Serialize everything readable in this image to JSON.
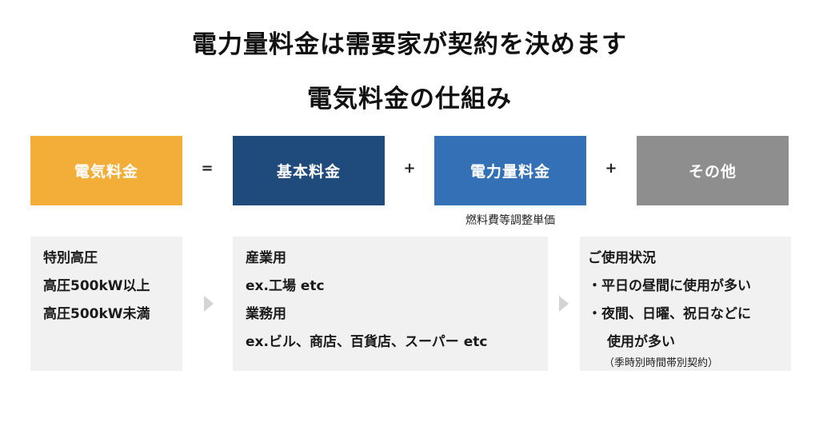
{
  "header": {
    "title": "電力量料金は需要家が契約を決めます",
    "subtitle": "電気料金の仕組み"
  },
  "formula": {
    "boxes": [
      {
        "label": "電気料金",
        "color": "#F2AE38"
      },
      {
        "label": "基本料金",
        "color": "#1F4A7C"
      },
      {
        "label": "電力量料金",
        "color": "#3370B5"
      },
      {
        "label": "その他",
        "color": "#8E8E8E"
      }
    ],
    "operators": [
      "=",
      "+",
      "+"
    ],
    "note": "燃料費等調整単価"
  },
  "panels": {
    "voltage": {
      "lines": [
        "特別高圧",
        "高圧500kW以上",
        "高圧500kW未満"
      ]
    },
    "usage": {
      "lines": [
        "産業用",
        "ex.工場 etc",
        "業務用",
        "ex.ビル、商店、百貨店、スーパー etc"
      ]
    },
    "conditions": {
      "heading": "ご使用状況",
      "bullets": [
        "・平日の昼間に使用が多い",
        "・夜間、日曜、祝日などに"
      ],
      "continuation": "使用が多い",
      "footnote": "（季時別時間帯別契約）"
    }
  },
  "colors": {
    "panel_bg": "#F1F1F1",
    "arrow": "#D4D4D4"
  }
}
